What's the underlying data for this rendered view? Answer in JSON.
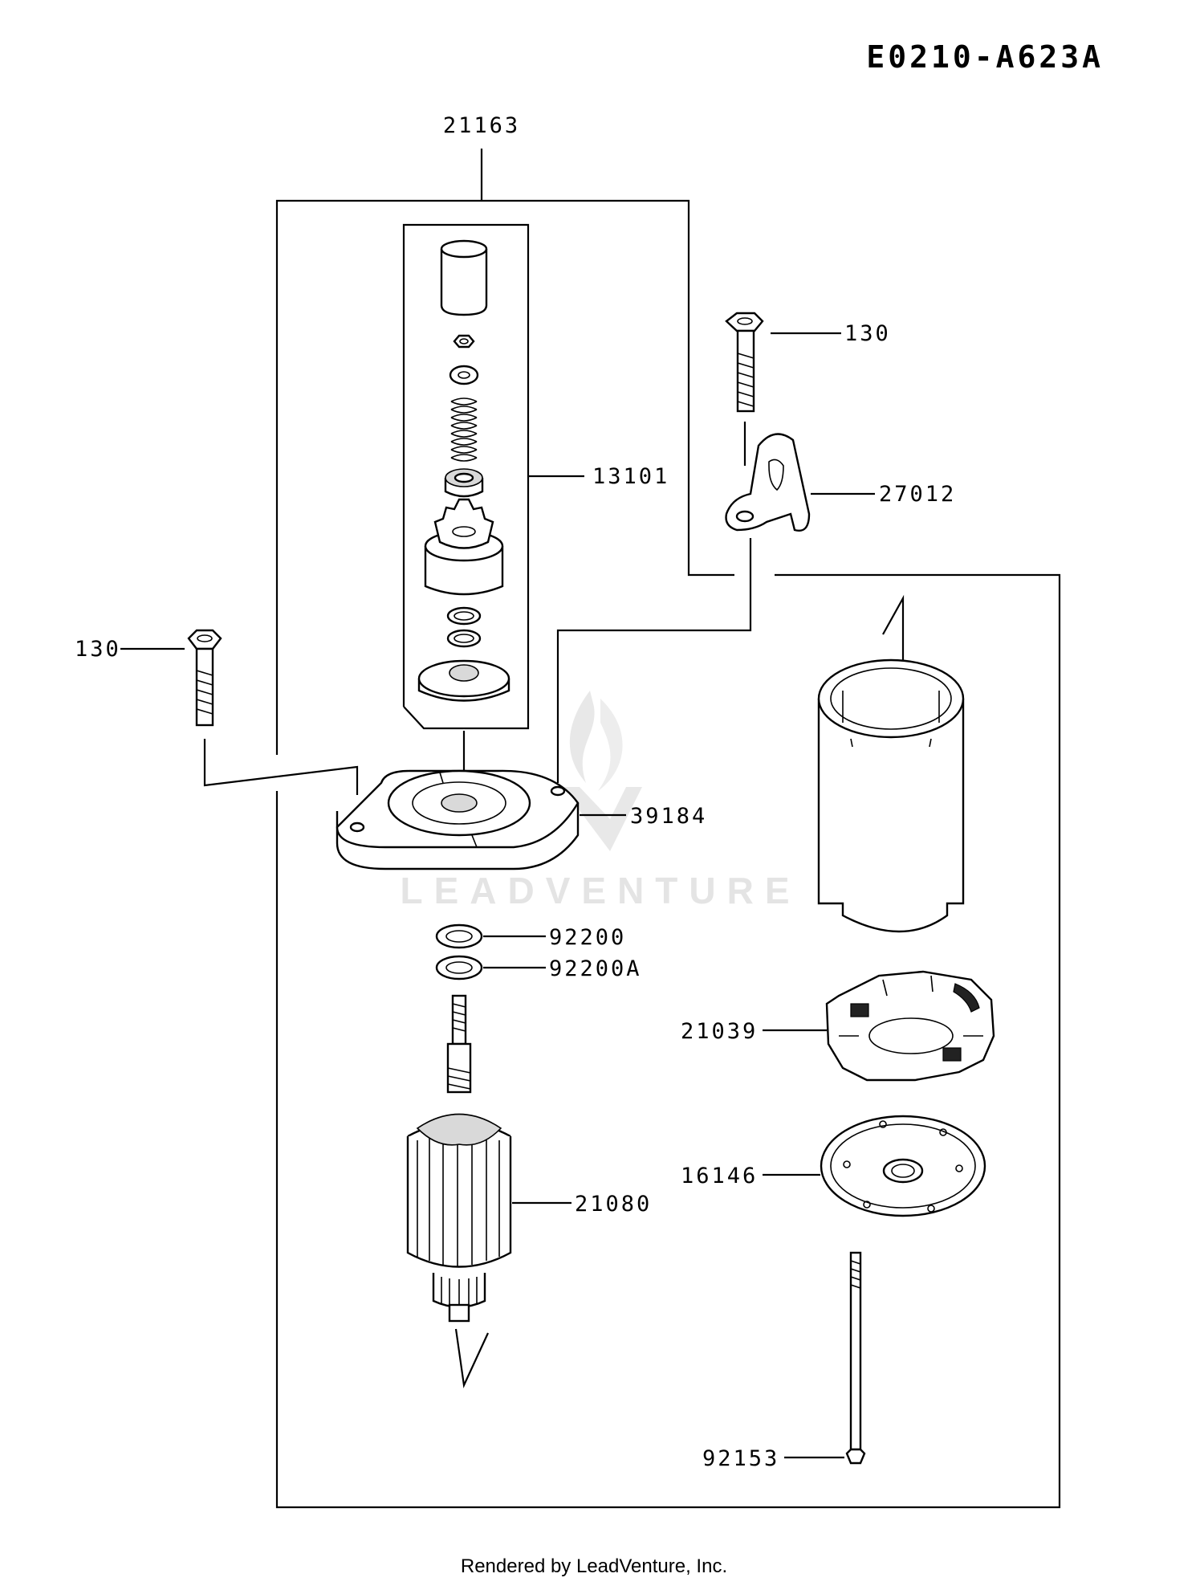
{
  "diagram_code": "E0210-A623A",
  "footer": "Rendered by LeadVenture, Inc.",
  "watermark": "LEADVENTURE",
  "parts": {
    "p21163": "21163",
    "p13101": "13101",
    "p130_top": "130",
    "p27012": "27012",
    "p130_left": "130",
    "p39184": "39184",
    "p92200": "92200",
    "p92200A": "92200A",
    "p21039": "21039",
    "p21080": "21080",
    "p16146": "16146",
    "p92153": "92153"
  }
}
